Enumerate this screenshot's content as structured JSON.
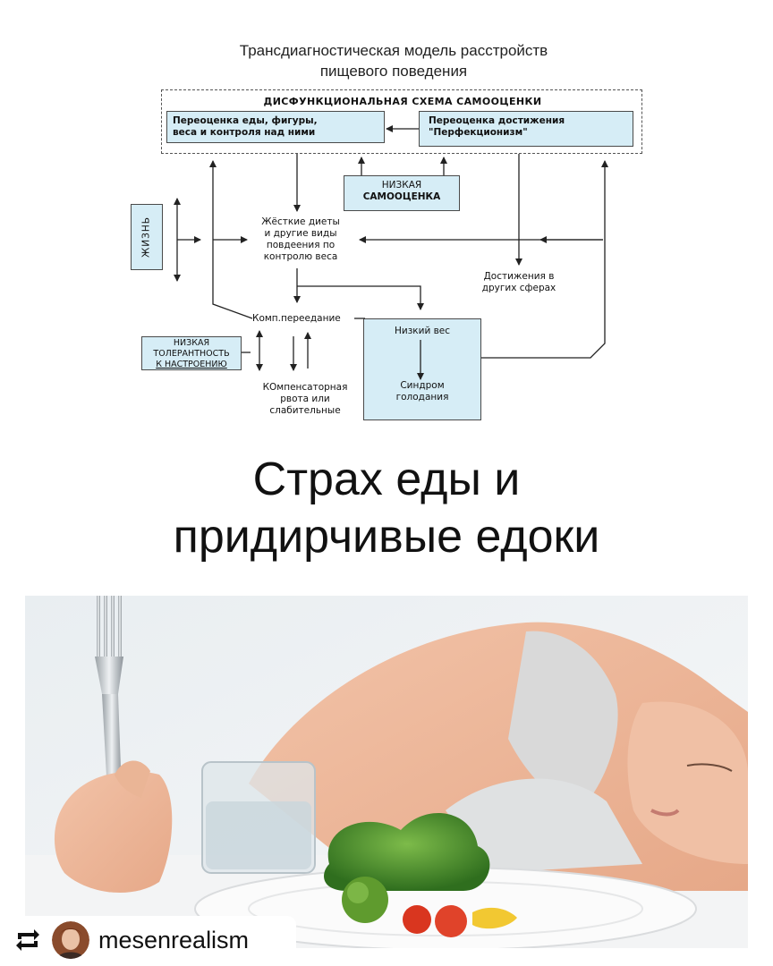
{
  "diagram": {
    "title_line1": "Трансдиагностическая модель расстройств",
    "title_line2": "пищевого поведения",
    "schema_title": "ДИСФУНКЦИОНАЛЬНАЯ СХЕМА САМООЦЕНКИ",
    "overeval_food_line1": "Переоценка еды, фигуры,",
    "overeval_food_line2": "веса и контроля над ними",
    "overeval_achieve_line1": "Переоценка достижения",
    "overeval_achieve_line2": "\"Перфекционизм\"",
    "low_selfesteem_line1": "НИЗКАЯ",
    "low_selfesteem_line2": "САМООЦЕНКА",
    "life": "ЖИЗНЬ",
    "strict_diets_line1": "Жёсткие диеты",
    "strict_diets_line2": "и другие виды",
    "strict_diets_line3": "повдеения по",
    "strict_diets_line4": "контролю веса",
    "achievements_line1": "Достижения в",
    "achievements_line2": "других сферах",
    "comp_overeating": "Комп.переедание",
    "low_weight": "Низкий вес",
    "starvation_line1": "Синдром",
    "starvation_line2": "голодания",
    "low_tolerance_line1": "НИЗКАЯ",
    "low_tolerance_line2": "ТОЛЕРАНТНОСТЬ",
    "low_tolerance_line3": "К НАСТРОЕНИЮ",
    "compensatory_line1": "КОмпенсаторная",
    "compensatory_line2": "рвота или",
    "compensatory_line3": "слабительные"
  },
  "headline": {
    "line1": "Страх еды и",
    "line2": "придирчивые едоки"
  },
  "repost": {
    "username": "mesenrealism",
    "icon": "repost-icon"
  },
  "colors": {
    "box_fill": "#d6edf6",
    "line": "#222222"
  }
}
